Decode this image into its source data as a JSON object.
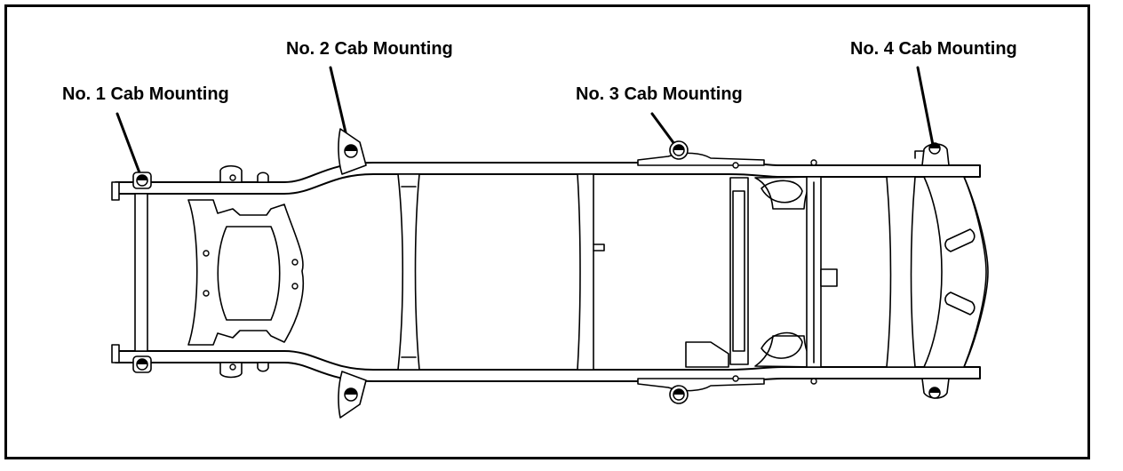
{
  "diagram": {
    "callouts": [
      {
        "id": "mount-1",
        "label": "No. 1 Cab Mounting"
      },
      {
        "id": "mount-2",
        "label": "No. 2 Cab Mounting"
      },
      {
        "id": "mount-3",
        "label": "No. 3 Cab Mounting"
      },
      {
        "id": "mount-4",
        "label": "No. 4 Cab Mounting"
      }
    ]
  }
}
